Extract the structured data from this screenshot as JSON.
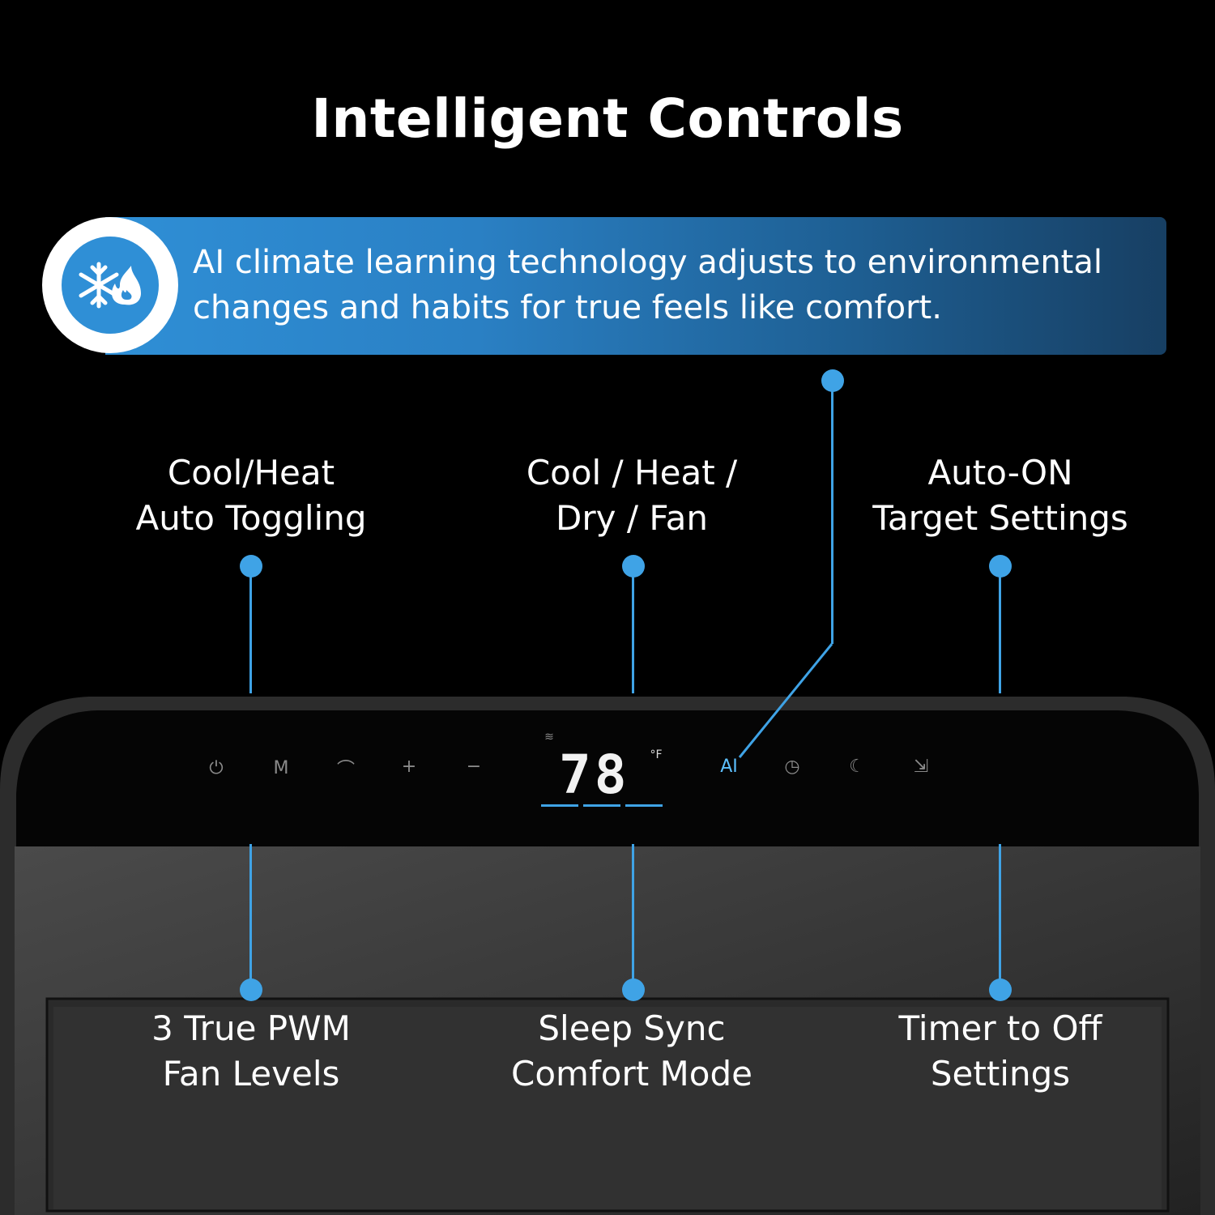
{
  "title": "Intelligent Controls",
  "banner": {
    "text": "AI climate learning technology adjusts to environmental changes and habits for true feels like comfort.",
    "icon": "snowflake-flame-icon"
  },
  "top_labels": {
    "left": [
      "Cool/Heat",
      "Auto Toggling"
    ],
    "center": [
      "Cool / Heat /",
      "Dry / Fan"
    ],
    "right": [
      "Auto-ON",
      "Target Settings"
    ]
  },
  "bottom_labels": {
    "left": [
      "3 True PWM",
      "Fan Levels"
    ],
    "center": [
      "Sleep Sync",
      "Comfort Mode"
    ],
    "right": [
      "Timer to Off",
      "Settings"
    ]
  },
  "panel": {
    "buttons": [
      "power-icon",
      "mode-icon",
      "fan-speed-icon",
      "plus-icon",
      "minus-icon",
      "ai-button",
      "timer-icon",
      "sleep-icon",
      "auto-on-icon"
    ],
    "temperature": "78",
    "unit": "°F",
    "ai_label": "AI"
  },
  "colors": {
    "accent": "#3fa3e6",
    "background": "#000000"
  }
}
